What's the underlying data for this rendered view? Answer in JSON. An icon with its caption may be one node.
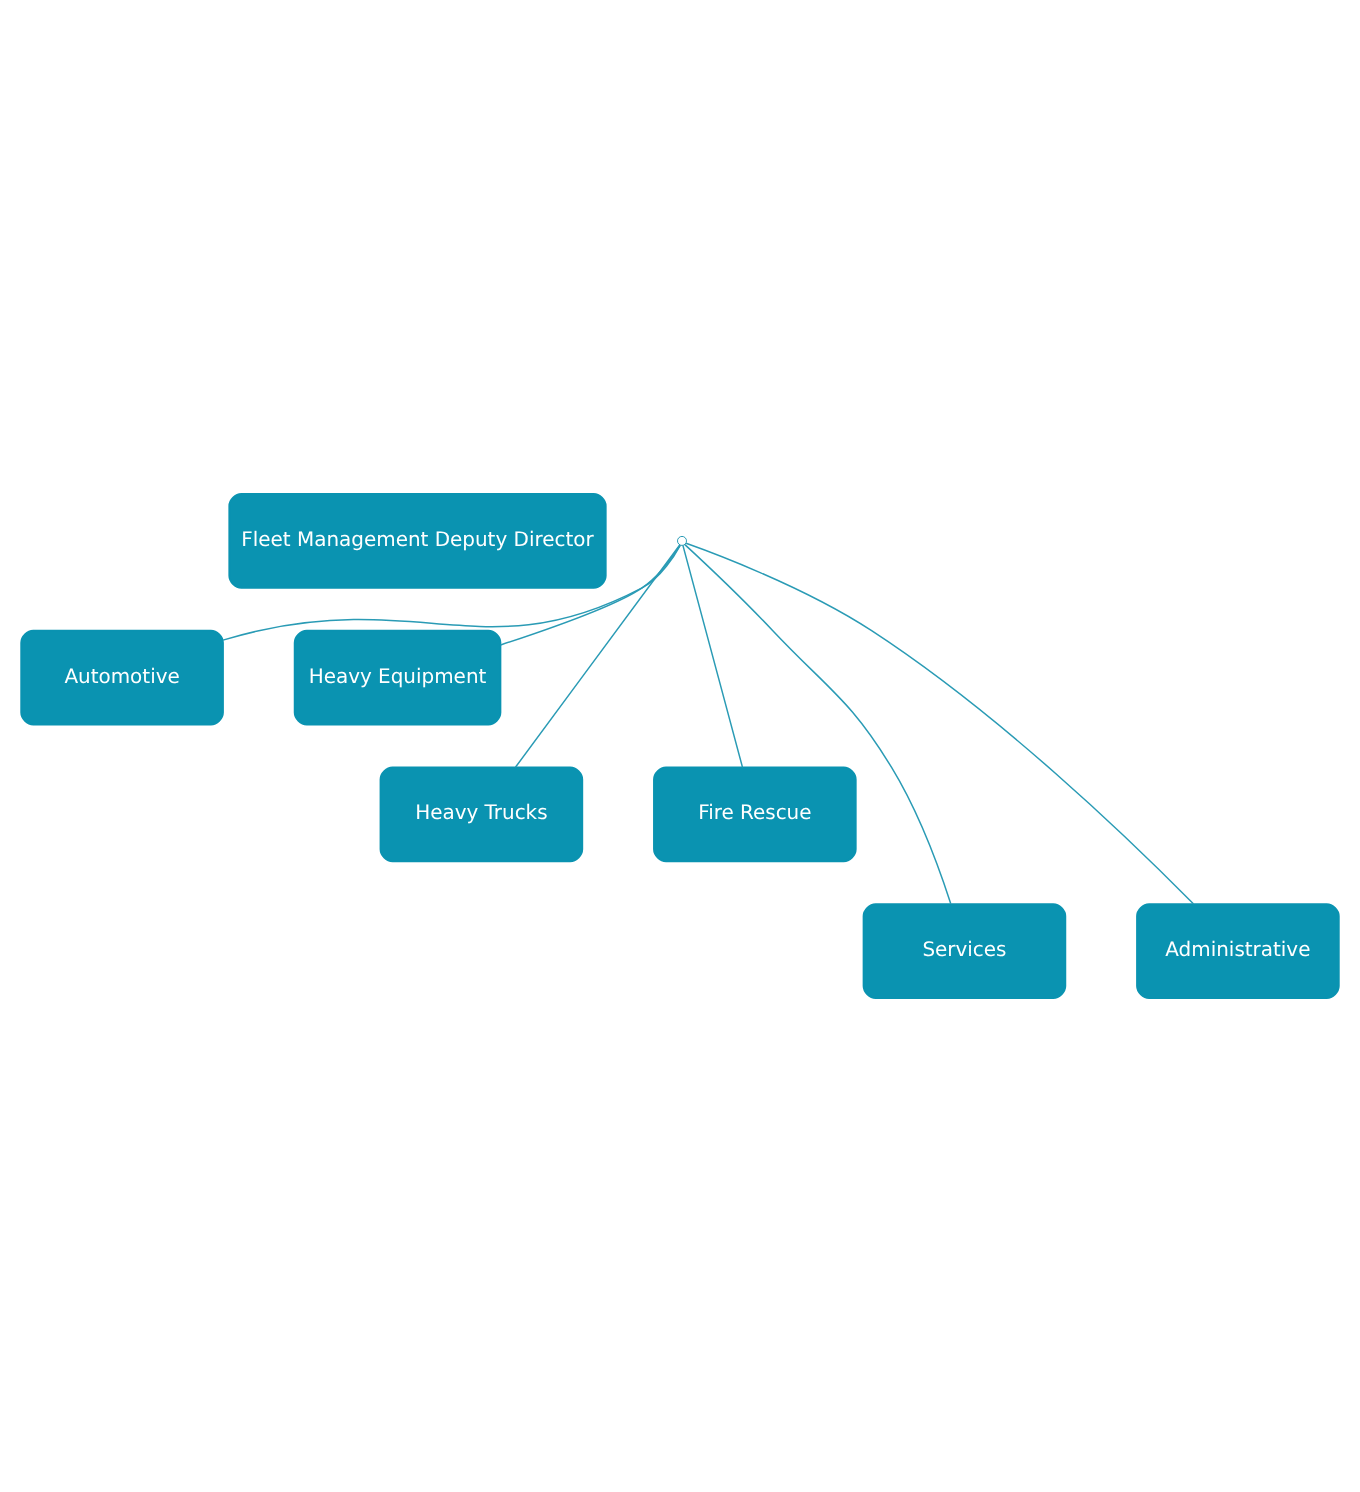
{
  "diagram": {
    "nodes": [
      {
        "text": [
          "Fleet Management Deputy Director"
        ]
      },
      {
        "text": [],
        "shape": "circle"
      },
      {
        "text": [
          "Automotive"
        ]
      },
      {
        "text": [
          "Heavy Equipment"
        ]
      },
      {
        "text": [
          "Heavy Trucks"
        ]
      },
      {
        "text": [
          "Fire Rescue"
        ]
      },
      {
        "text": [
          "Services"
        ]
      },
      {
        "text": [
          "Administrative"
        ]
      }
    ],
    "edges": [
      {
        "from": 1,
        "to": 2,
        "arrow": "none"
      },
      {
        "from": 1,
        "to": 3,
        "arrow": "none"
      },
      {
        "from": 1,
        "to": 4,
        "arrow": "none"
      },
      {
        "from": 1,
        "to": 5,
        "arrow": "none"
      },
      {
        "from": 1,
        "to": 6,
        "arrow": "none"
      },
      {
        "from": 1,
        "to": 7,
        "arrow": "none"
      }
    ]
  }
}
